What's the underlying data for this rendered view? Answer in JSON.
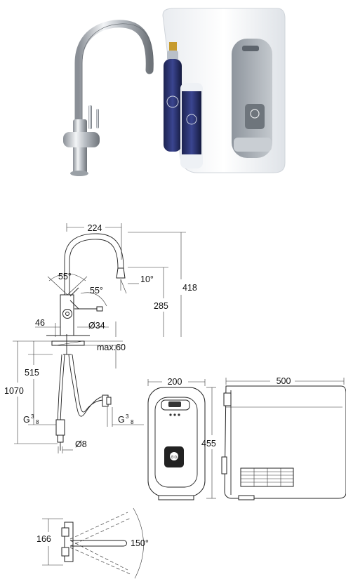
{
  "dimensions": {
    "spout_reach": "224",
    "spout_angle_left": "55°",
    "spout_angle_right": "55°",
    "spout_tilt": "10°",
    "total_height": "418",
    "spout_height": "285",
    "lever_offset": "46",
    "base_diameter": "Ø34",
    "max_deck": "max.60",
    "shank_length": "515",
    "hose_length": "1070",
    "thread_left": {
      "main": "G",
      "sup": "3",
      "sub": "8"
    },
    "thread_right": {
      "main": "G",
      "sup": "3",
      "sub": "8"
    },
    "hose_diameter": "Ø8",
    "unit_width": "200",
    "unit_height": "455",
    "unit_depth": "500",
    "swivel_offset": "166",
    "swivel_angle": "150°"
  },
  "unit_panel": {
    "badge_text": "ⒷⓄ"
  }
}
